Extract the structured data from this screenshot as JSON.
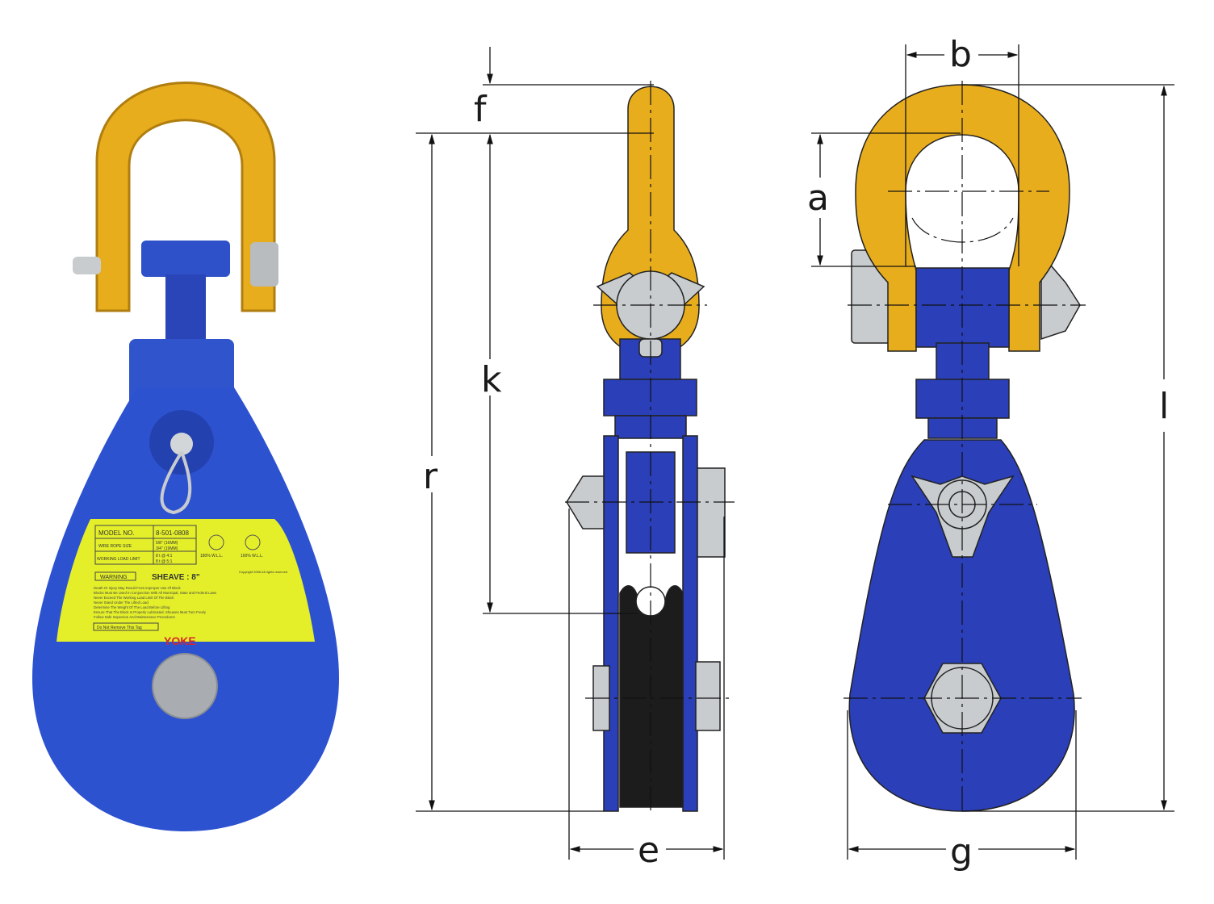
{
  "colors": {
    "blue": "#2a3fb8",
    "yellow": "#e8ad1c",
    "grey": "#c9ccce",
    "sheave": "#1c1c1c",
    "tag": "#e4ef2a",
    "brand": "#d8262a"
  },
  "dimensions": {
    "a": "a",
    "b": "b",
    "e": "e",
    "f": "f",
    "g": "g",
    "k": "k",
    "l": "l",
    "r": "r"
  },
  "tag": {
    "model_label": "MODEL NO.",
    "model_value": "8-501-0808",
    "wire_label": "WIRE ROPE SIZE",
    "wire_values": [
      "5/8\"  (16MM)",
      "3/4\"  (19MM)"
    ],
    "wll_label": "WORKING LOAD LIMIT",
    "wll_values": [
      "8 t  @ 4:1",
      "8 t  @ 5:1"
    ],
    "reeve1": "180% W.L.L.",
    "reeve2": "100% W.L.L.",
    "warning": "WARNING",
    "sheave": "SHEAVE : 8\"",
    "copyright": "Copyright 2006 All rights reserved",
    "bullets": [
      "Death Or Injury May Result From Improper Use Of Block",
      "Blocks Must Be Used In Conjunction With All Municipal, State and Federal Laws",
      "Never Exceed The Working Load Limit Of The Block",
      "Never Stand Under The Lifted Load",
      "Determine The Weight Of The Load Before Lifting",
      "Ensure That The Block Is Properly Lubricated. Sheaves Must Turn Freely",
      "Follow Safe Inspection And Maintenance Procedures"
    ],
    "do_not_remove": "Do Not Remove This Tag",
    "brand": "YOKE"
  }
}
